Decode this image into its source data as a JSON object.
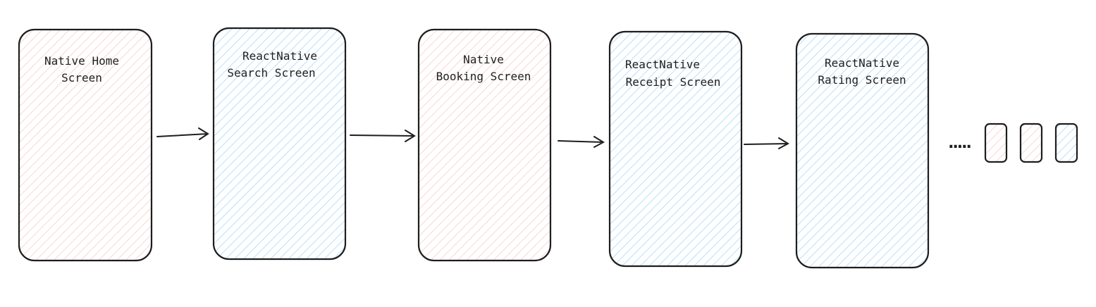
{
  "colors": {
    "native": "#ffc9c9",
    "react_native": "#a5d8ff",
    "stroke": "#1e1e1e"
  },
  "screens": [
    {
      "line1": "Native Home",
      "line2": "Screen",
      "kind": "native"
    },
    {
      "line1": "ReactNative",
      "line2": "Search Screen",
      "kind": "react_native"
    },
    {
      "line1": "Native",
      "line2": "Booking Screen",
      "kind": "native"
    },
    {
      "line1": "ReactNative",
      "line2": "Receipt Screen",
      "kind": "react_native"
    },
    {
      "line1": "ReactNative",
      "line2": "Rating Screen",
      "kind": "react_native"
    }
  ],
  "ellipsis": ".....",
  "mini_screens": [
    "native",
    "native",
    "react_native"
  ]
}
